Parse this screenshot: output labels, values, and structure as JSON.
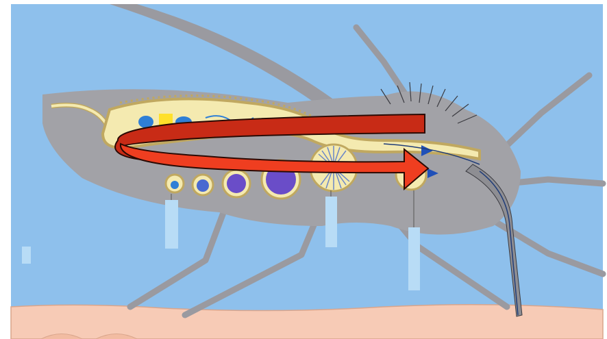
{
  "labels": [
    {
      "id": "label-box-1",
      "text": ""
    },
    {
      "id": "label-box-2",
      "text": ""
    },
    {
      "id": "label-box-3",
      "text": ""
    },
    {
      "id": "label-box-4",
      "text": ""
    }
  ],
  "colors": {
    "background_blue": "#8ec0ec",
    "mosquito_grey": "#a2a2a7",
    "skin": "#f7cbb6",
    "organ_yellow": "#f4eab0",
    "organ_outline": "#c0a860",
    "arrow_red": "#e5381f",
    "arrow_shadow": "#9d1d0e",
    "label_box": "#b8dcf6"
  }
}
